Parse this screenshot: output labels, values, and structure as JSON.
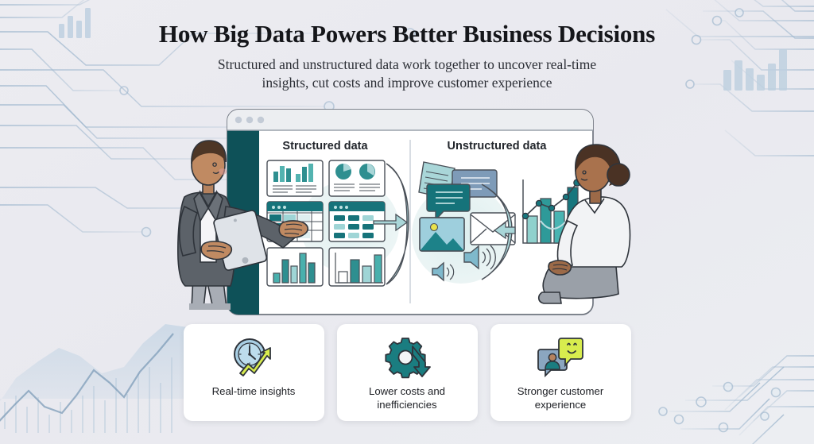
{
  "header": {
    "title": "How Big Data Powers Better Business Decisions",
    "subtitle_line1": "Structured and unstructured data work together to uncover real-time",
    "subtitle_line2": "insights, cut costs and improve customer experience"
  },
  "illustration": {
    "browser_window": {
      "dot_count": 3,
      "sidebar_color": "#0e5158",
      "chrome_color": "#eceef1",
      "body_color": "#ffffff"
    },
    "panels": [
      {
        "id": "structured",
        "heading": "Structured data",
        "items": [
          "bar-chart-card",
          "pie-chart-card",
          "data-table-card",
          "data-grid-card",
          "bar-chart-card-2",
          "bar-chart-card-3"
        ]
      },
      {
        "id": "unstructured",
        "heading": "Unstructured data",
        "items": [
          "document-icon",
          "chat-bubble-blue-icon",
          "chat-bubble-teal-icon",
          "image-icon",
          "email-icon",
          "speaker-icon-large",
          "speaker-icon-small"
        ]
      }
    ],
    "result_chart": {
      "type": "bar-line-combo",
      "bars": [
        40,
        72,
        46,
        92
      ],
      "line": [
        22,
        52,
        38,
        62,
        86
      ]
    },
    "people": [
      {
        "id": "presenter",
        "description": "standing-presenter-with-tablet"
      },
      {
        "id": "listener",
        "description": "seated-listener"
      }
    ],
    "arrows": [
      "converge-arrow-structured",
      "converge-arrow-unstructured"
    ]
  },
  "cards": [
    {
      "icon": "clock-growth-arrow-icon",
      "label": "Real-time insights"
    },
    {
      "icon": "gear-down-arrow-icon",
      "label": "Lower costs and\ninefficiencies"
    },
    {
      "icon": "chat-bubbles-smiley-icon",
      "label": "Stronger customer\nexperience"
    }
  ],
  "colors": {
    "background": "#eaeaef",
    "teal_dark": "#0e5158",
    "teal": "#1d8289",
    "teal_mid": "#3aa0a3",
    "teal_light": "#a8d8d8",
    "teal_pale": "#cfe8e8",
    "ink": "#2a2e35",
    "yellow_green": "#d4e84a",
    "blue_gray": "#8fa8c0",
    "card_white": "#ffffff",
    "circuit_blue": "#b9cbdd"
  }
}
